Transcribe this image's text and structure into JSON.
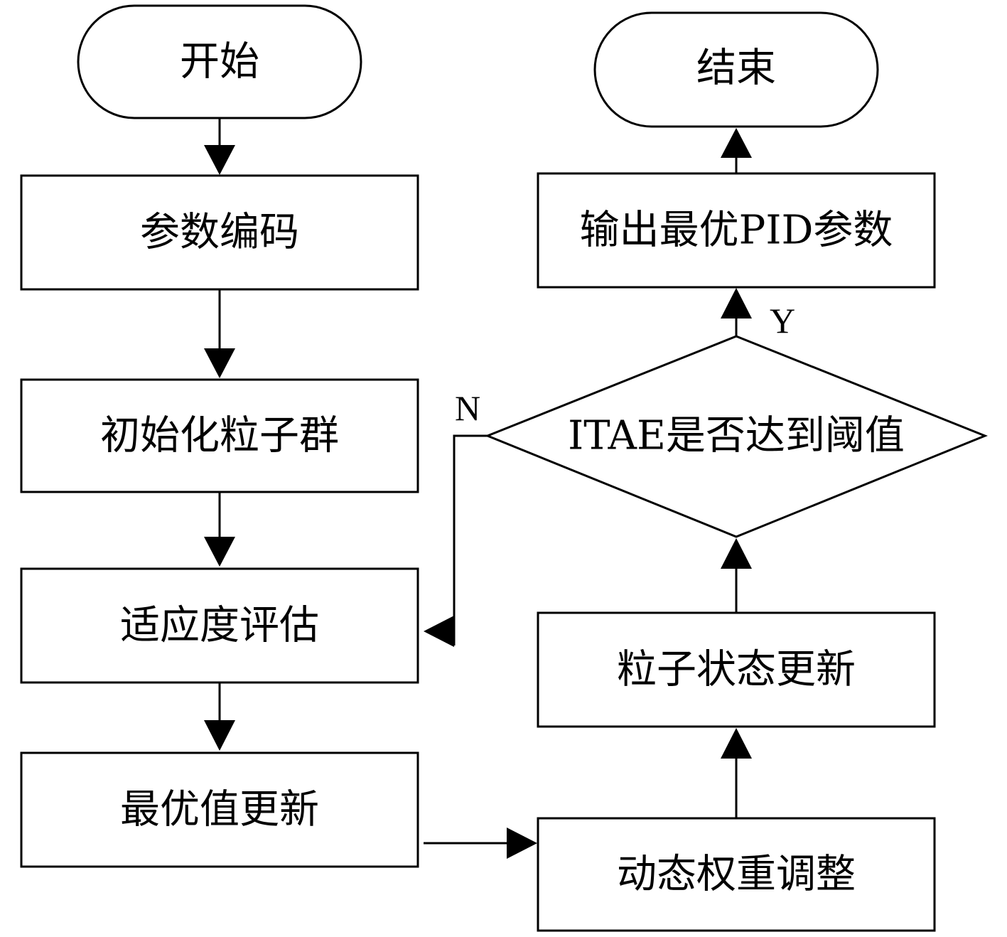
{
  "nodes": {
    "start": "开始",
    "param_encode": "参数编码",
    "init_swarm": "初始化粒子群",
    "fitness_eval": "适应度评估",
    "best_update": "最优值更新",
    "dynamic_weight": "动态权重调整",
    "particle_update": "粒子状态更新",
    "decision": "ITAE是否达到阈值",
    "output_pid": "输出最优PID参数",
    "end": "结束"
  },
  "branches": {
    "yes": "Y",
    "no": "N"
  }
}
